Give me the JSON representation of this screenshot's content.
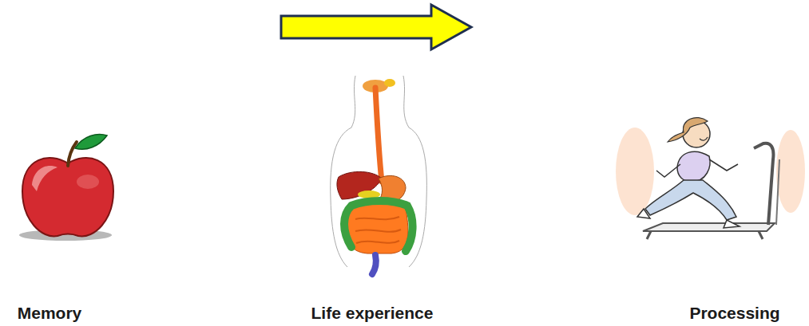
{
  "diagram": {
    "labels": [
      "Memory",
      "Life experience",
      "Processing"
    ]
  }
}
